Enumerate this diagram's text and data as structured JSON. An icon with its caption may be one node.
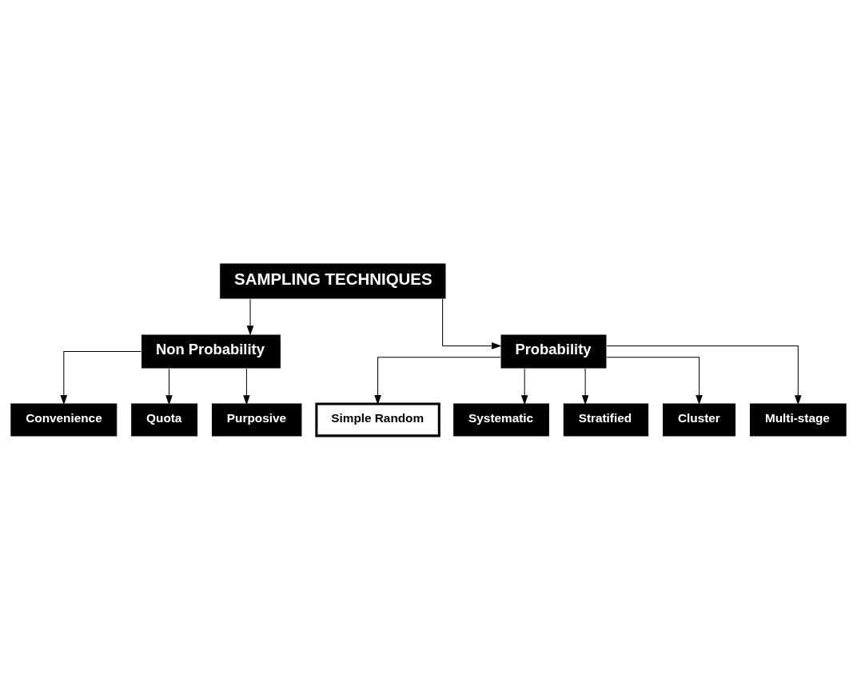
{
  "diagram": {
    "nodes": [
      {
        "text": [
          "SAMPLING TECHNIQUES"
        ]
      },
      {
        "text": [
          "Non Probability"
        ]
      },
      {
        "text": [
          "Probability"
        ]
      },
      {
        "text": [
          "Convenience"
        ]
      },
      {
        "text": [
          "Quota"
        ]
      },
      {
        "text": [
          "Purposive"
        ]
      },
      {
        "text": [
          "Simple Random"
        ]
      },
      {
        "text": [
          "Systematic"
        ]
      },
      {
        "text": [
          "Stratified"
        ]
      },
      {
        "text": [
          "Cluster"
        ]
      },
      {
        "text": [
          "Multi-stage"
        ]
      }
    ],
    "edges": [
      {
        "from": 0,
        "to": 1,
        "arrow": "to"
      },
      {
        "from": 0,
        "to": 2,
        "arrow": "to"
      },
      {
        "from": 1,
        "to": 3,
        "arrow": "to"
      },
      {
        "from": 1,
        "to": 4,
        "arrow": "to"
      },
      {
        "from": 1,
        "to": 5,
        "arrow": "to"
      },
      {
        "from": 2,
        "to": 6,
        "arrow": "to"
      },
      {
        "from": 2,
        "to": 7,
        "arrow": "to"
      },
      {
        "from": 2,
        "to": 8,
        "arrow": "to"
      },
      {
        "from": 2,
        "to": 9,
        "arrow": "to"
      },
      {
        "from": 2,
        "to": 10,
        "arrow": "to"
      }
    ]
  }
}
